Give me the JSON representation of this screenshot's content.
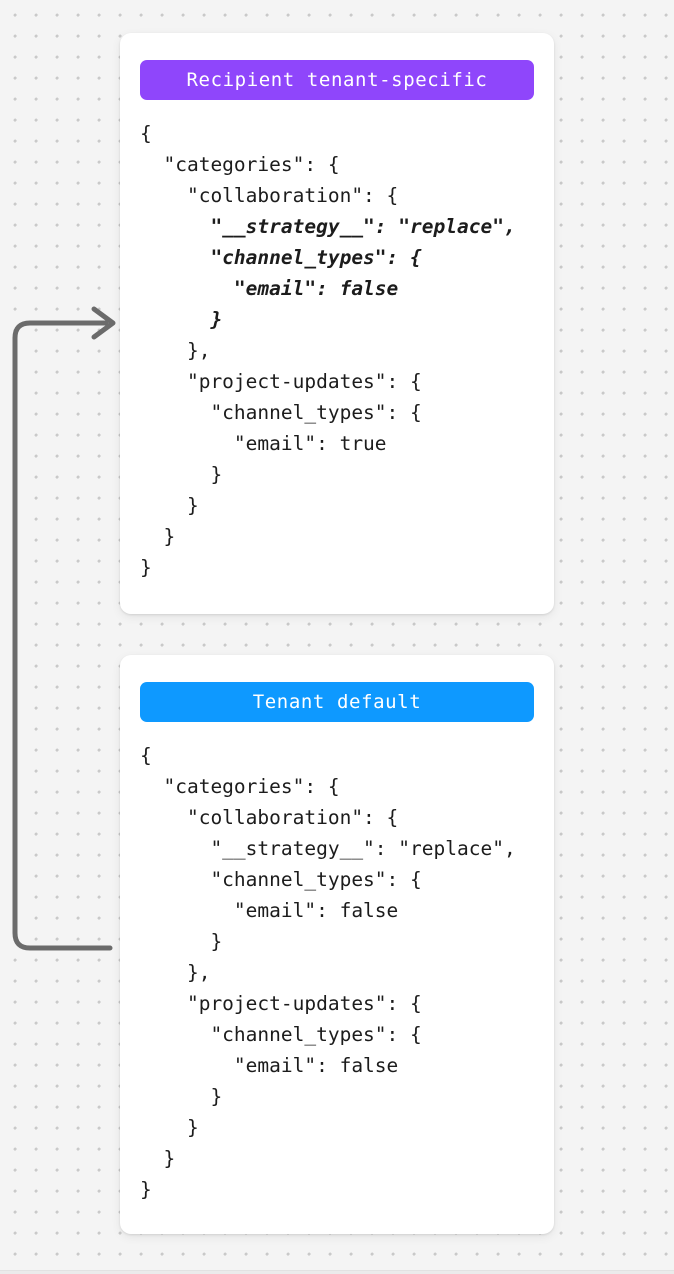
{
  "canvas": {
    "background_color": "#f4f4f4",
    "dot_color": "#c9c9c9"
  },
  "connector": {
    "name": "inheritance-arrow",
    "description": "arrow from tenant-default card to recipient tenant-specific card",
    "stroke_color": "#6b6b6b",
    "direction": "up-then-right"
  },
  "cards": [
    {
      "id": "recipient-tenant-specific",
      "header": {
        "label": "Recipient tenant-specific",
        "color": "#8f46fb"
      },
      "code_lines": [
        {
          "text": "{",
          "emphasis": false
        },
        {
          "text": "  \"categories\": {",
          "emphasis": false
        },
        {
          "text": "    \"collaboration\": {",
          "emphasis": false
        },
        {
          "text": "      \"__strategy__\": \"replace\",",
          "emphasis": true
        },
        {
          "text": "      \"channel_types\": {",
          "emphasis": true
        },
        {
          "text": "        \"email\": false",
          "emphasis": true
        },
        {
          "text": "      }",
          "emphasis": true
        },
        {
          "text": "    },",
          "emphasis": false
        },
        {
          "text": "    \"project-updates\": {",
          "emphasis": false
        },
        {
          "text": "      \"channel_types\": {",
          "emphasis": false
        },
        {
          "text": "        \"email\": true",
          "emphasis": false
        },
        {
          "text": "      }",
          "emphasis": false
        },
        {
          "text": "    }",
          "emphasis": false
        },
        {
          "text": "  }",
          "emphasis": false
        },
        {
          "text": "}",
          "emphasis": false
        }
      ]
    },
    {
      "id": "tenant-default",
      "header": {
        "label": "Tenant default",
        "color": "#0e99ff"
      },
      "code_lines": [
        {
          "text": "{",
          "emphasis": false
        },
        {
          "text": "  \"categories\": {",
          "emphasis": false
        },
        {
          "text": "    \"collaboration\": {",
          "emphasis": false
        },
        {
          "text": "      \"__strategy__\": \"replace\",",
          "emphasis": false
        },
        {
          "text": "      \"channel_types\": {",
          "emphasis": false
        },
        {
          "text": "        \"email\": false",
          "emphasis": false
        },
        {
          "text": "      }",
          "emphasis": false
        },
        {
          "text": "    },",
          "emphasis": false
        },
        {
          "text": "    \"project-updates\": {",
          "emphasis": false
        },
        {
          "text": "      \"channel_types\": {",
          "emphasis": false
        },
        {
          "text": "        \"email\": false",
          "emphasis": false
        },
        {
          "text": "      }",
          "emphasis": false
        },
        {
          "text": "    }",
          "emphasis": false
        },
        {
          "text": "  }",
          "emphasis": false
        },
        {
          "text": "}",
          "emphasis": false
        }
      ]
    }
  ]
}
